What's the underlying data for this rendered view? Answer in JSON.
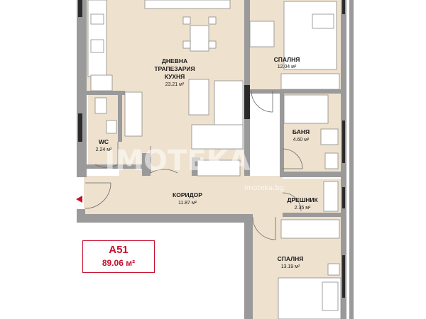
{
  "colors": {
    "floor": "#eee1ce",
    "wall": "#9a9a9a",
    "wall_dark": "#2a2a2a",
    "accent": "#c8102e",
    "furniture": "#ffffff",
    "furniture_line": "#8a8a8a"
  },
  "rooms": {
    "living": {
      "line1": "ДНЕВНА",
      "line2": "ТРАПЕЗАРИЯ",
      "line3": "КУХНЯ",
      "area": "23.21 м²"
    },
    "bedroom1": {
      "name": "СПАЛНЯ",
      "area": "12.04 м²"
    },
    "bathroom": {
      "name": "БАНЯ",
      "area": "4.60 м²"
    },
    "wc": {
      "name": "WC",
      "area": "2.24 м²"
    },
    "corridor": {
      "name": "КОРИДОР",
      "area": "11.87 м²"
    },
    "closet": {
      "name": "ДРЕШНИК",
      "area": "2.35 м²"
    },
    "bedroom2": {
      "name": "СПАЛНЯ",
      "area": "13.19 м²"
    }
  },
  "unit": {
    "code": "A51",
    "area": "89.06 м²"
  },
  "watermark": {
    "brand": "IMOTEKA",
    "site": "imoteka.bg"
  },
  "icons": {
    "entrance": "entrance-arrow-icon"
  }
}
